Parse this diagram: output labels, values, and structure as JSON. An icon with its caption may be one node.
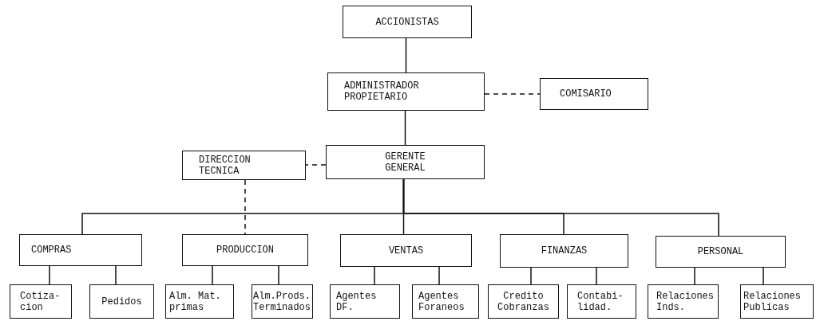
{
  "diagram": {
    "nodes": [
      {
        "text": [
          "ACCIONISTAS"
        ]
      },
      {
        "text": [
          "ADMINISTRADOR PROPIETARIO"
        ]
      },
      {
        "text": [
          "COMISARIO"
        ]
      },
      {
        "text": [
          "DIRECCION TECNICA"
        ]
      },
      {
        "text": [
          "GERENTE GENERAL"
        ]
      },
      {
        "text": [
          "COMPRAS"
        ]
      },
      {
        "text": [
          "PRODUCCION"
        ]
      },
      {
        "text": [
          "VENTAS"
        ]
      },
      {
        "text": [
          "FINANZAS"
        ]
      },
      {
        "text": [
          "PERSONAL"
        ]
      },
      {
        "text": [
          "Cotiza- cion"
        ]
      },
      {
        "text": [
          "Pedidos"
        ]
      },
      {
        "text": [
          "Alm. Mat. primas"
        ]
      },
      {
        "text": [
          "Alm.Prods. Terminados"
        ]
      },
      {
        "text": [
          "Agentes DF."
        ]
      },
      {
        "text": [
          "Agentes Foraneos"
        ]
      },
      {
        "text": [
          "Credito Cobranzas"
        ]
      },
      {
        "text": [
          "Contabi- lidad."
        ]
      },
      {
        "text": [
          "Relaciones Inds."
        ]
      },
      {
        "text": [
          "Relaciones Publicas"
        ]
      }
    ],
    "edges": [
      {
        "from": 0,
        "to": 1,
        "arrow": "none"
      },
      {
        "from": 1,
        "to": 2,
        "arrow": "none",
        "style": "dashed"
      },
      {
        "from": 1,
        "to": 4,
        "arrow": "none"
      },
      {
        "from": 4,
        "to": 3,
        "arrow": "none",
        "style": "dashed"
      },
      {
        "from": 4,
        "to": 5,
        "arrow": "none"
      },
      {
        "from": 3,
        "to": 6,
        "arrow": "none",
        "style": "dashed"
      },
      {
        "from": 4,
        "to": 7,
        "arrow": "none"
      },
      {
        "from": 4,
        "to": 8,
        "arrow": "none"
      },
      {
        "from": 4,
        "to": 9,
        "arrow": "none"
      },
      {
        "from": 5,
        "to": 10,
        "arrow": "none"
      },
      {
        "from": 5,
        "to": 11,
        "arrow": "none"
      },
      {
        "from": 6,
        "to": 12,
        "arrow": "none"
      },
      {
        "from": 6,
        "to": 13,
        "arrow": "none"
      },
      {
        "from": 7,
        "to": 14,
        "arrow": "none"
      },
      {
        "from": 7,
        "to": 15,
        "arrow": "none"
      },
      {
        "from": 8,
        "to": 16,
        "arrow": "none"
      },
      {
        "from": 8,
        "to": 17,
        "arrow": "none"
      },
      {
        "from": 9,
        "to": 18,
        "arrow": "none"
      },
      {
        "from": 9,
        "to": 19,
        "arrow": "none"
      }
    ]
  }
}
